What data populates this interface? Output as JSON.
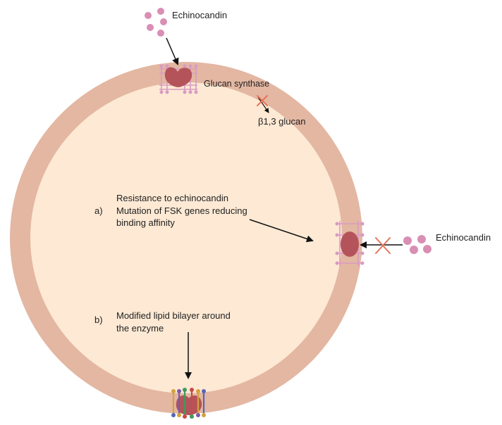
{
  "colors": {
    "background": "#ffffff",
    "cell_wall": "#e3b7a2",
    "cytoplasm": "#fde9d4",
    "drug_particle": "#d98eb4",
    "enzyme": "#b4545a",
    "membrane_lipid": "#d99ac2",
    "block_mark": "#e8735b",
    "arrow": "#111111"
  },
  "labels": {
    "drug_top": "Echinocandin",
    "drug_right": "Echinocandin",
    "enzyme": "Glucan synthase",
    "product": "β1,3 glucan",
    "mechanism_a_marker": "a)",
    "mechanism_a_lines": [
      "Resistance to echinocandin",
      "Mutation of FSK genes reducing",
      "binding affinity"
    ],
    "mechanism_b_marker": "b)",
    "mechanism_b_lines": [
      "Modified lipid bilayer around",
      "the enzyme"
    ]
  },
  "icons": {
    "drug_particles": "dot-cluster",
    "blocked": "x-mark",
    "enzyme": "enzyme-blob"
  }
}
